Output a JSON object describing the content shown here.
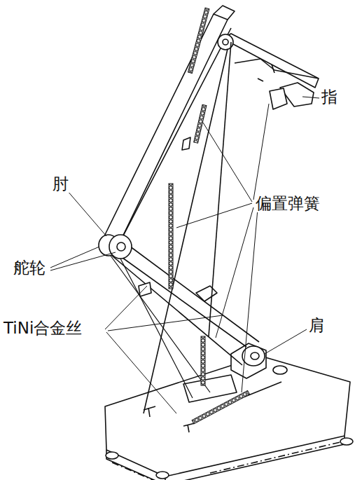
{
  "diagram": {
    "labels": [
      "指",
      "肘",
      "偏置弹簧",
      "舵轮",
      "TiNi合金丝",
      "肩"
    ]
  }
}
